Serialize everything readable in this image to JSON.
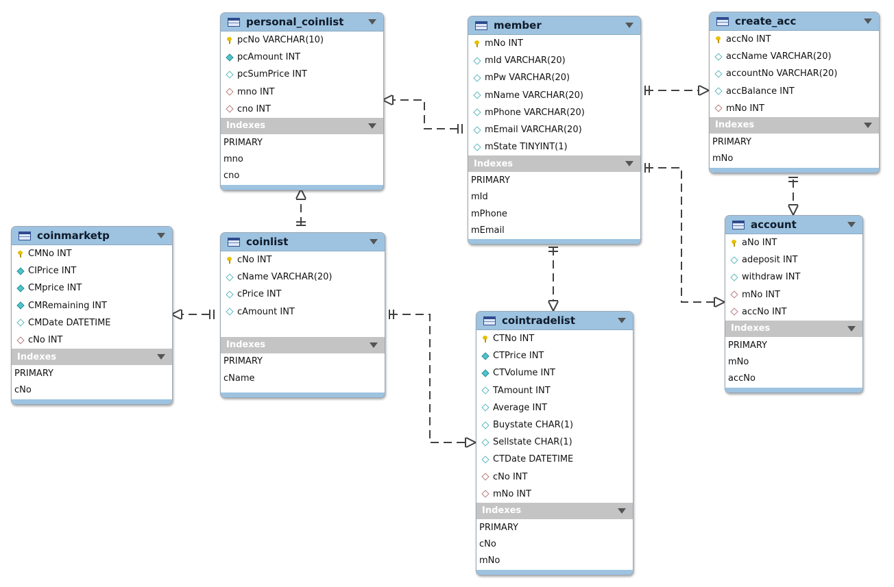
{
  "diagram": {
    "indexes_label": "Indexes",
    "tables": [
      {
        "id": "personal_coinlist",
        "title": "personal_coinlist",
        "columns": [
          {
            "name": "pcNo VARCHAR(10)",
            "kind": "pk"
          },
          {
            "name": "pcAmount INT",
            "kind": "nn"
          },
          {
            "name": "pcSumPrice INT",
            "kind": "col"
          },
          {
            "name": "mno INT",
            "kind": "fk"
          },
          {
            "name": "cno INT",
            "kind": "fk"
          }
        ],
        "indexes": [
          "PRIMARY",
          "mno",
          "cno"
        ]
      },
      {
        "id": "member",
        "title": "member",
        "columns": [
          {
            "name": "mNo INT",
            "kind": "pk"
          },
          {
            "name": "mId VARCHAR(20)",
            "kind": "col"
          },
          {
            "name": "mPw VARCHAR(20)",
            "kind": "col"
          },
          {
            "name": "mName VARCHAR(20)",
            "kind": "col"
          },
          {
            "name": "mPhone VARCHAR(20)",
            "kind": "col"
          },
          {
            "name": "mEmail VARCHAR(20)",
            "kind": "col"
          },
          {
            "name": "mState TINYINT(1)",
            "kind": "col"
          }
        ],
        "indexes": [
          "PRIMARY",
          "mId",
          "mPhone",
          "mEmail"
        ]
      },
      {
        "id": "create_acc",
        "title": "create_acc",
        "columns": [
          {
            "name": "accNo INT",
            "kind": "pk"
          },
          {
            "name": "accName VARCHAR(20)",
            "kind": "col"
          },
          {
            "name": "accountNo VARCHAR(20)",
            "kind": "col"
          },
          {
            "name": "accBalance INT",
            "kind": "col"
          },
          {
            "name": "mNo INT",
            "kind": "fk"
          }
        ],
        "indexes": [
          "PRIMARY",
          "mNo"
        ]
      },
      {
        "id": "coinmarketp",
        "title": "coinmarketp",
        "columns": [
          {
            "name": "CMNo INT",
            "kind": "pk"
          },
          {
            "name": "CIPrice INT",
            "kind": "nn"
          },
          {
            "name": "CMprice INT",
            "kind": "nn"
          },
          {
            "name": "CMRemaining INT",
            "kind": "nn"
          },
          {
            "name": "CMDate DATETIME",
            "kind": "col"
          },
          {
            "name": "cNo INT",
            "kind": "fk"
          }
        ],
        "indexes": [
          "PRIMARY",
          "cNo"
        ]
      },
      {
        "id": "coinlist",
        "title": "coinlist",
        "columns": [
          {
            "name": "cNo INT",
            "kind": "pk"
          },
          {
            "name": "cName VARCHAR(20)",
            "kind": "col"
          },
          {
            "name": "cPrice INT",
            "kind": "col"
          },
          {
            "name": "cAmount INT",
            "kind": "col"
          }
        ],
        "indexes": [
          "PRIMARY",
          "cName"
        ]
      },
      {
        "id": "account",
        "title": "account",
        "columns": [
          {
            "name": "aNo INT",
            "kind": "pk"
          },
          {
            "name": "adeposit INT",
            "kind": "col"
          },
          {
            "name": "withdraw INT",
            "kind": "col"
          },
          {
            "name": "mNo INT",
            "kind": "fk"
          },
          {
            "name": "accNo INT",
            "kind": "fk"
          }
        ],
        "indexes": [
          "PRIMARY",
          "mNo",
          "accNo"
        ]
      },
      {
        "id": "cointradelist",
        "title": "cointradelist",
        "columns": [
          {
            "name": "CTNo INT",
            "kind": "pk"
          },
          {
            "name": "CTPrice INT",
            "kind": "nn"
          },
          {
            "name": "CTVolume INT",
            "kind": "nn"
          },
          {
            "name": "TAmount INT",
            "kind": "col"
          },
          {
            "name": "Average INT",
            "kind": "col"
          },
          {
            "name": "Buystate CHAR(1)",
            "kind": "col"
          },
          {
            "name": "Sellstate CHAR(1)",
            "kind": "col"
          },
          {
            "name": "CTDate DATETIME",
            "kind": "col"
          },
          {
            "name": "cNo INT",
            "kind": "fk"
          },
          {
            "name": "mNo INT",
            "kind": "fk"
          }
        ],
        "indexes": [
          "PRIMARY",
          "cNo",
          "mNo"
        ]
      }
    ],
    "relationships": [
      {
        "from": "member",
        "to": "personal_coinlist",
        "cardinality": "one-to-many"
      },
      {
        "from": "coinlist",
        "to": "personal_coinlist",
        "cardinality": "one-to-many"
      },
      {
        "from": "member",
        "to": "create_acc",
        "cardinality": "one-to-many"
      },
      {
        "from": "create_acc",
        "to": "account",
        "cardinality": "one-to-many"
      },
      {
        "from": "member",
        "to": "account",
        "cardinality": "one-to-many"
      },
      {
        "from": "coinlist",
        "to": "coinmarketp",
        "cardinality": "one-to-many"
      },
      {
        "from": "coinlist",
        "to": "cointradelist",
        "cardinality": "one-to-many"
      },
      {
        "from": "member",
        "to": "cointradelist",
        "cardinality": "one-to-many"
      }
    ]
  }
}
